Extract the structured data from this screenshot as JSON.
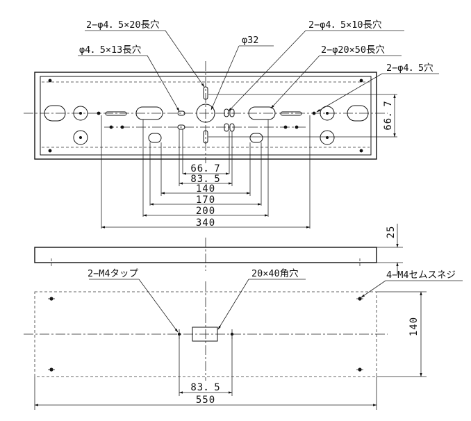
{
  "labels": {
    "slot_20": "2−φ4．5×20長穴",
    "slot_13": "φ4．5×13長穴",
    "hole_32": "φ32",
    "slot_10": "2−φ4．5×10長穴",
    "slot_50": "2−φ20×50長穴",
    "hole_45": "2−φ4．5穴",
    "tap": "2−M4タップ",
    "square": "20×40角穴",
    "screw": "4−M4セムスネジ"
  },
  "dims": {
    "d66_7_h": "66．7",
    "d83_5_top": "83．5",
    "d140_h": "140",
    "d170": "170",
    "d200": "200",
    "d340": "340",
    "d66_7_v": "66．7",
    "d25": "25",
    "d140_v": "140",
    "d83_5_bot": "83．5",
    "d550": "550"
  }
}
